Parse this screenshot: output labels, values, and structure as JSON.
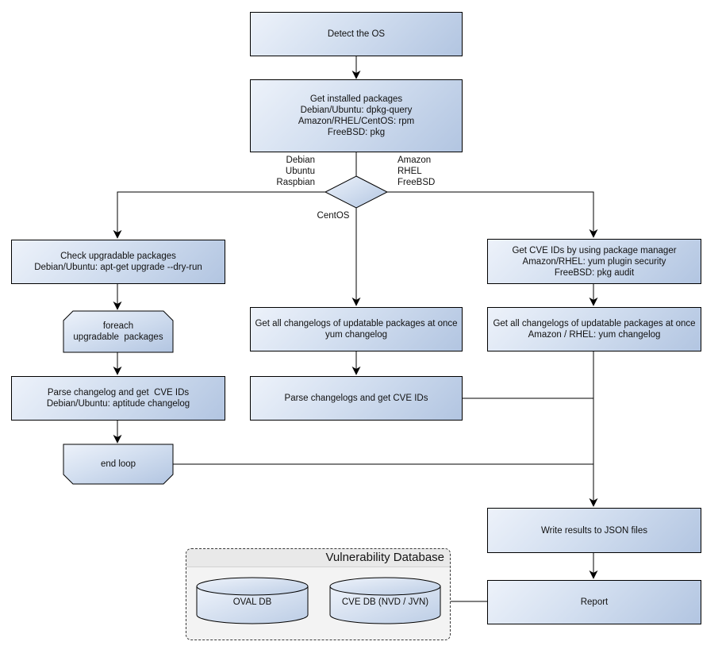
{
  "diagram": {
    "nodes": {
      "detect_os": {
        "lines": [
          "Detect the OS"
        ]
      },
      "get_installed_packages": {
        "lines": [
          "Get installed packages",
          "Debian/Ubuntu: dpkg-query",
          "Amazon/RHEL/CentOS: rpm",
          "FreeBSD: pkg"
        ]
      },
      "check_upgradable_packages": {
        "lines": [
          "Check upgradable packages",
          "Debian/Ubuntu: apt-get upgrade --dry-run"
        ]
      },
      "foreach_loop": {
        "lines": [
          "foreach",
          "upgradable  packages"
        ]
      },
      "parse_changelog_debian": {
        "lines": [
          "Parse changelog and get  CVE IDs",
          "Debian/Ubuntu: aptitude changelog"
        ]
      },
      "end_loop": {
        "lines": [
          "end loop"
        ]
      },
      "get_changelogs_centos": {
        "lines": [
          "Get all changelogs of updatable packages at once",
          "yum changelog"
        ]
      },
      "parse_changelogs": {
        "lines": [
          "Parse changelogs and get CVE IDs"
        ]
      },
      "get_cve_ids_package_manager": {
        "lines": [
          "Get CVE IDs by using package manager",
          "Amazon/RHEL: yum plugin security",
          "FreeBSD: pkg audit"
        ]
      },
      "get_changelogs_amazon_rhel": {
        "lines": [
          "Get all changelogs of updatable packages at once",
          "Amazon / RHEL: yum changelog"
        ]
      },
      "write_results": {
        "lines": [
          "Write results to JSON files"
        ]
      },
      "report": {
        "lines": [
          "Report"
        ]
      }
    },
    "branch_labels": {
      "left": {
        "lines": [
          "Debian",
          "Ubuntu",
          "Raspbian"
        ]
      },
      "right": {
        "lines": [
          "Amazon",
          "RHEL",
          "FreeBSD"
        ]
      },
      "bottom": "CentOS"
    },
    "database_group": {
      "title": "Vulnerability Database",
      "cylinders": [
        {
          "label": "OVAL DB"
        },
        {
          "label": "CVE DB (NVD / JVN)"
        }
      ]
    },
    "colors": {
      "node_gradient_start": "#edf2fa",
      "node_gradient_end": "#b2c5e1",
      "node_border": "#000000",
      "connector": "#000000",
      "group_body_fill": "#f3f3f3",
      "group_header_fill": "#e9e9e9",
      "text": "#111111"
    }
  }
}
